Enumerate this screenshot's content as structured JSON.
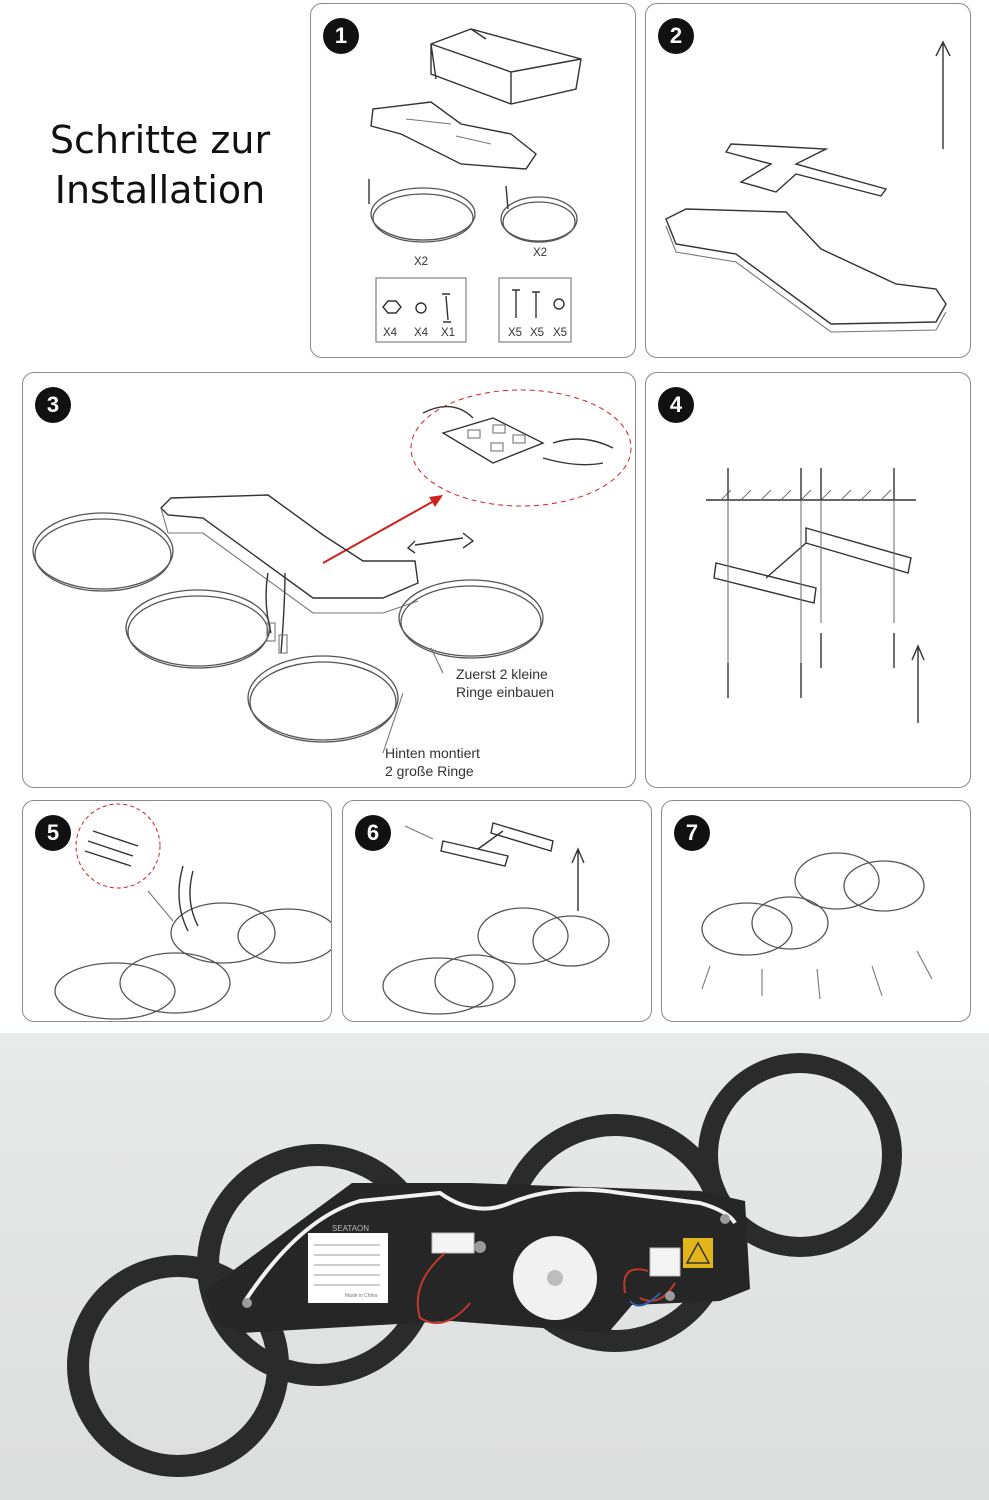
{
  "title": "Schritte zur Installation",
  "steps": [
    {
      "number": "1"
    },
    {
      "number": "2"
    },
    {
      "number": "3"
    },
    {
      "number": "4"
    },
    {
      "number": "5"
    },
    {
      "number": "6"
    },
    {
      "number": "7"
    }
  ],
  "step1": {
    "large_ring_qty": "X2",
    "small_ring_qty": "X2",
    "nut_qty": "X4",
    "washer_qty": "X4",
    "wrench_qty": "X1",
    "screw_qty": "X5",
    "anchor_qty": "X5",
    "cap_qty": "X5"
  },
  "step3": {
    "note_small_rings": [
      "Zuerst 2 kleine",
      "Ringe einbauen"
    ],
    "note_large_rings": [
      "Hinten montiert",
      "2 große Ringe"
    ]
  },
  "photo": {
    "brand_label": "SEATAON",
    "label_footer": "Made in China"
  },
  "colors": {
    "ring_dark": "#2b2b2b",
    "ceiling": "#e3e4e4",
    "callout_red": "#d02020",
    "wire_red": "#c0392b"
  }
}
